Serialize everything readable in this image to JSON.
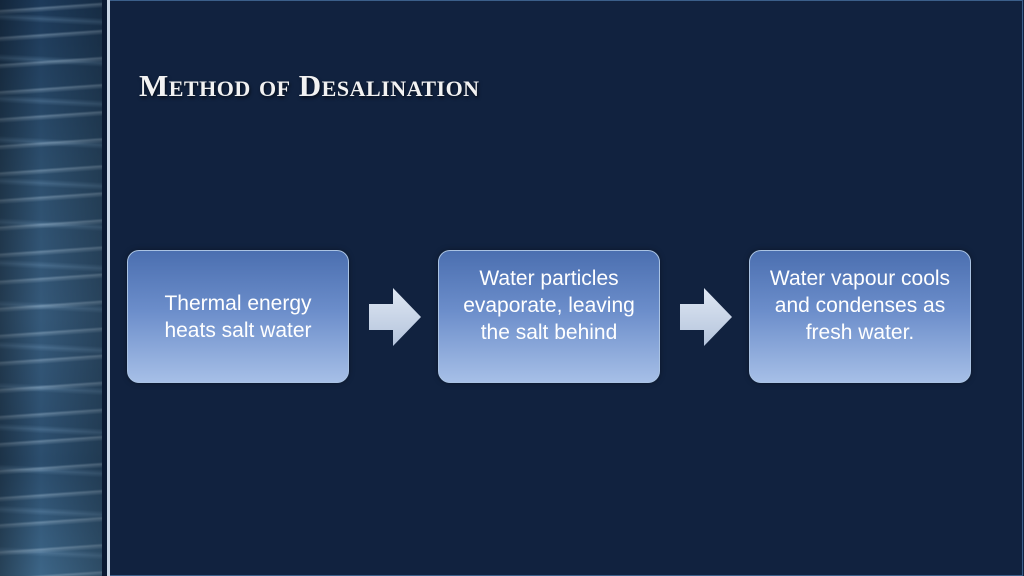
{
  "slide": {
    "title": "Method of Desalination"
  },
  "diagram": {
    "steps": [
      {
        "text": "Thermal energy heats salt water"
      },
      {
        "text": "Water particles evaporate, leaving the salt behind"
      },
      {
        "text": "Water vapour cools and condenses as fresh water."
      }
    ]
  },
  "colors": {
    "background": "#11223f",
    "box_gradient_top": "#4b6fb0",
    "box_gradient_bottom": "#a6bfe7",
    "arrow_fill": "#c5d3e8"
  },
  "icons": {
    "connector": "right-arrow-icon",
    "side_image": "water-ripple-strip"
  }
}
